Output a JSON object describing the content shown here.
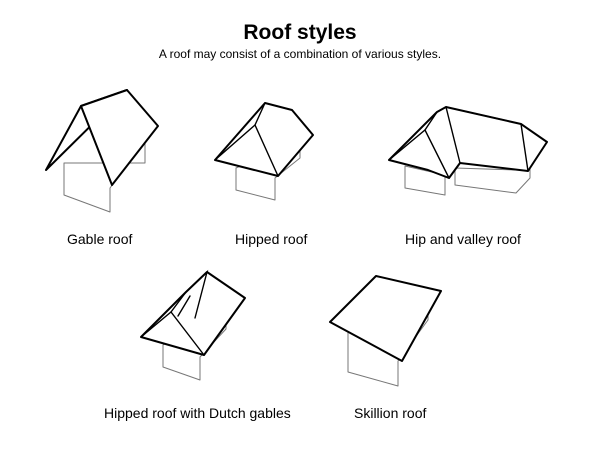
{
  "header": {
    "title": "Roof styles",
    "subtitle": "A roof may consist of a combination of various styles."
  },
  "roofs": [
    {
      "key": "gable",
      "label": "Gable roof",
      "icon": "gable-roof-icon"
    },
    {
      "key": "hipped",
      "label": "Hipped roof",
      "icon": "hipped-roof-icon"
    },
    {
      "key": "hip_and_valley",
      "label": "Hip and valley roof",
      "icon": "hip-and-valley-roof-icon"
    },
    {
      "key": "dutch_gable",
      "label": "Hipped roof with Dutch gables",
      "icon": "dutch-gable-roof-icon"
    },
    {
      "key": "skillion",
      "label": "Skillion roof",
      "icon": "skillion-roof-icon"
    }
  ],
  "colors": {
    "roof_outline": "#000000",
    "wall_outline": "#777777",
    "background": "#ffffff"
  }
}
